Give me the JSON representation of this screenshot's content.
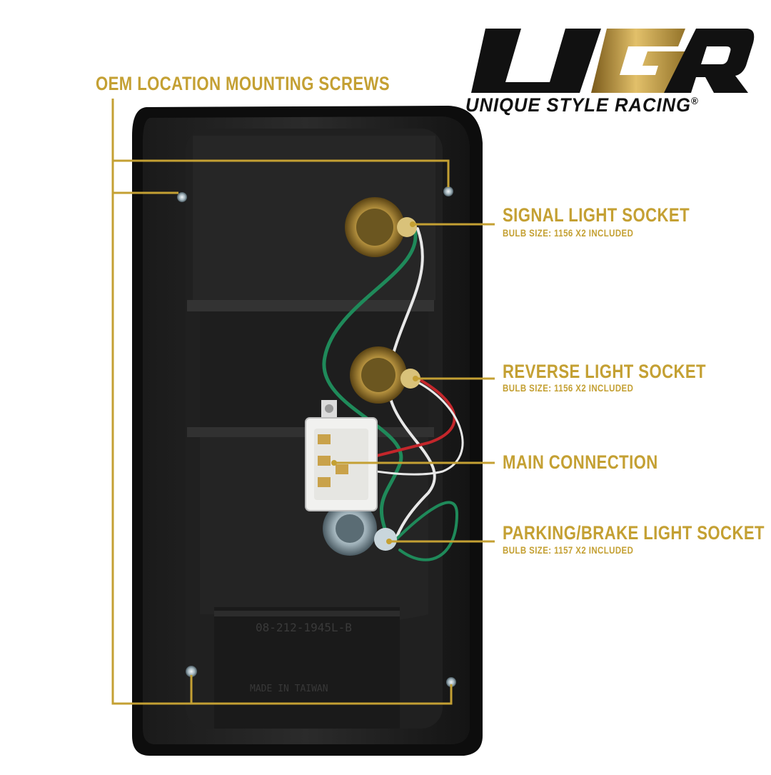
{
  "brand": {
    "logo_text": "USR",
    "tagline": "UNIQUE STYLE RACING",
    "registered_mark": "®",
    "colors": {
      "gold": "#c4a033",
      "black": "#111111"
    }
  },
  "callouts": {
    "mounting_screws": {
      "title": "OEM LOCATION MOUNTING SCREWS"
    },
    "signal_socket": {
      "title": "SIGNAL LIGHT SOCKET",
      "subtitle": "BULB SIZE: 1156 x2 INCLUDED"
    },
    "reverse_socket": {
      "title": "REVERSE LIGHT SOCKET",
      "subtitle": "BULB SIZE: 1156 x2 INCLUDED"
    },
    "main_connection": {
      "title": "MAIN CONNECTION"
    },
    "parking_brake_socket": {
      "title": "PARKING/BRAKE LIGHT SOCKET",
      "subtitle": "BULB SIZE: 1157 x2 INCLUDED"
    }
  },
  "housing_markings": {
    "part_number": "08-212-1945L-B",
    "origin": "MADE IN TAIWAN"
  }
}
